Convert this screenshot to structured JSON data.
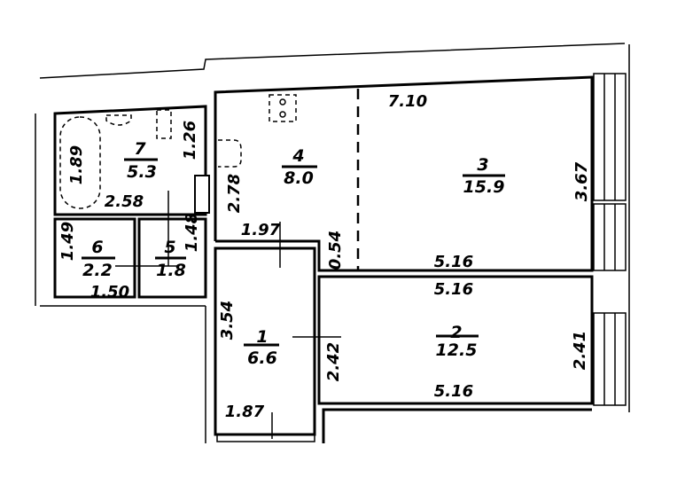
{
  "rooms": [
    {
      "number": "1",
      "area": "6.6"
    },
    {
      "number": "2",
      "area": "12.5"
    },
    {
      "number": "3",
      "area": "15.9"
    },
    {
      "number": "4",
      "area": "8.0"
    },
    {
      "number": "5",
      "area": "1.8"
    },
    {
      "number": "6",
      "area": "2.2"
    },
    {
      "number": "7",
      "area": "5.3"
    }
  ],
  "dimensions": {
    "r7_height": "1.89",
    "r7_width": "2.58",
    "r7_right": "1.26",
    "r6_height": "1.49",
    "r6_width": "1.50",
    "r5_height": "1.48",
    "r4_height": "2.78",
    "r4_width": "1.97",
    "r4_step": "0.54",
    "r3_top": "7.10",
    "r3_height": "3.67",
    "r3_bottom": "5.16",
    "r2_top": "5.16",
    "r2_height_left": "2.42",
    "r2_height_right": "2.41",
    "r2_bottom": "5.16",
    "r1_height": "3.54",
    "r1_width": "1.87"
  }
}
